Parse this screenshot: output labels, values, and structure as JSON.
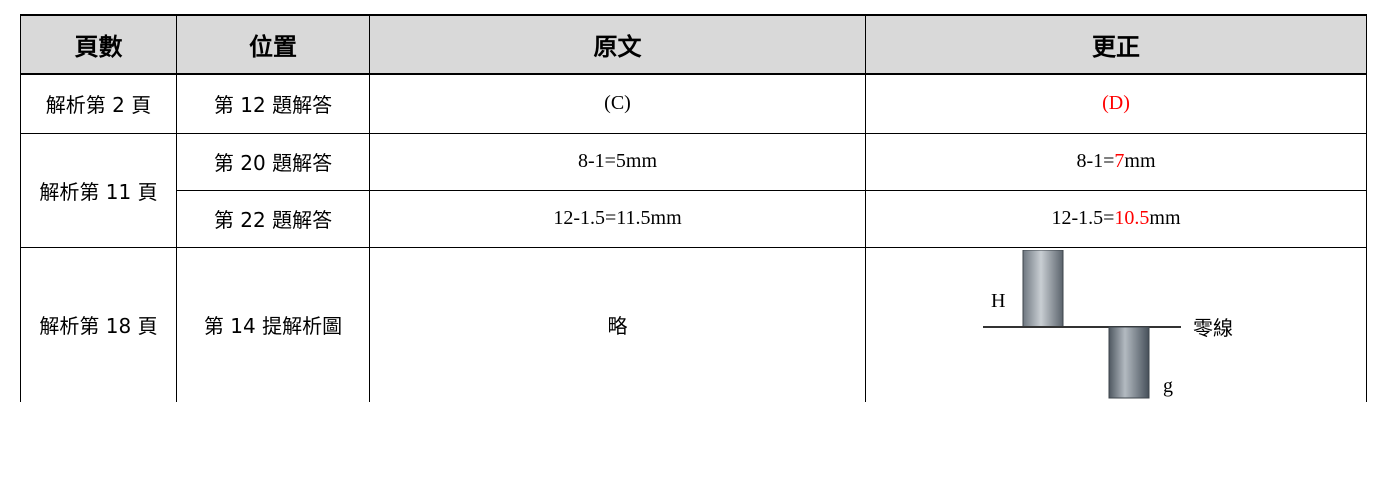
{
  "headers": {
    "page": "頁數",
    "position": "位置",
    "original": "原文",
    "correction": "更正"
  },
  "rows": [
    {
      "page": "解析第 2 頁",
      "position": "第 12 題解答",
      "original": "(C)",
      "correction": "(D)"
    },
    {
      "page": "解析第 11 頁",
      "position": "第 20 題解答",
      "original": "8-1=5mm",
      "correction_prefix": "8-1=",
      "correction_highlight": "7",
      "correction_suffix": "mm"
    },
    {
      "position": "第 22 題解答",
      "original": "12-1.5=11.5mm",
      "correction_prefix": "12-1.5=",
      "correction_highlight": "10.5",
      "correction_suffix": "mm"
    },
    {
      "page": "解析第 18 頁",
      "position": "第 14 提解析圖",
      "original": "略",
      "diagram": {
        "label_h": "H",
        "label_zero": "零線",
        "label_g": "g"
      }
    }
  ],
  "colors": {
    "highlight": "#ff0000",
    "header_bg": "#d9d9d9"
  }
}
